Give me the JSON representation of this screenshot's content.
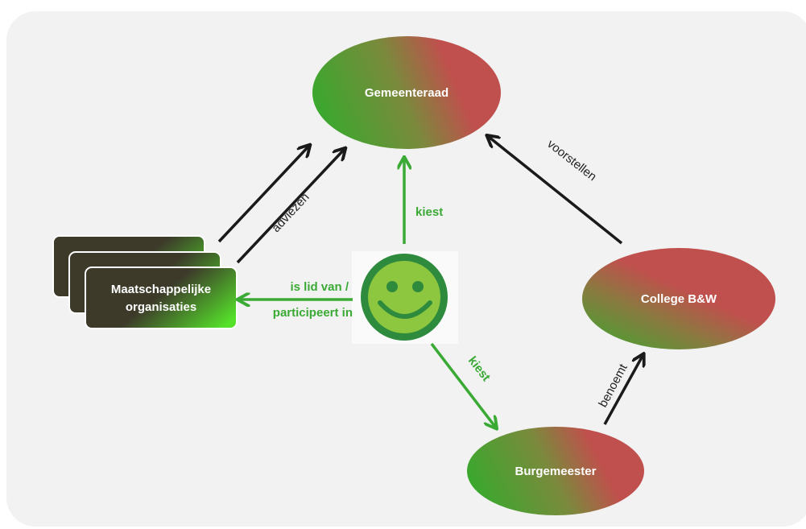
{
  "nodes": {
    "gemeenteraad": "Gemeenteraad",
    "college": "College B&W",
    "burgemeester": "Burgemeester",
    "maatschappelijke_line1": "Maatschappelijke",
    "maatschappelijke_line2": "organisaties"
  },
  "edges": {
    "kiest_raad": "kiest",
    "kiest_burgemeester": "kiest",
    "lid_line1": "is lid van /",
    "lid_line2": "participeert in",
    "adviezen": "adviezen",
    "voorstellen": "voorstellen",
    "benoemt": "benoemt"
  },
  "colors": {
    "green": "#3aaa35",
    "red": "#c0504d",
    "dark": "#3d3a2a",
    "arrow_black": "#1a1a1a",
    "smiley_fill": "#8dc63f",
    "smiley_ring": "#2e8b3e"
  },
  "icons": {
    "citizen": "smiley-face-icon"
  }
}
